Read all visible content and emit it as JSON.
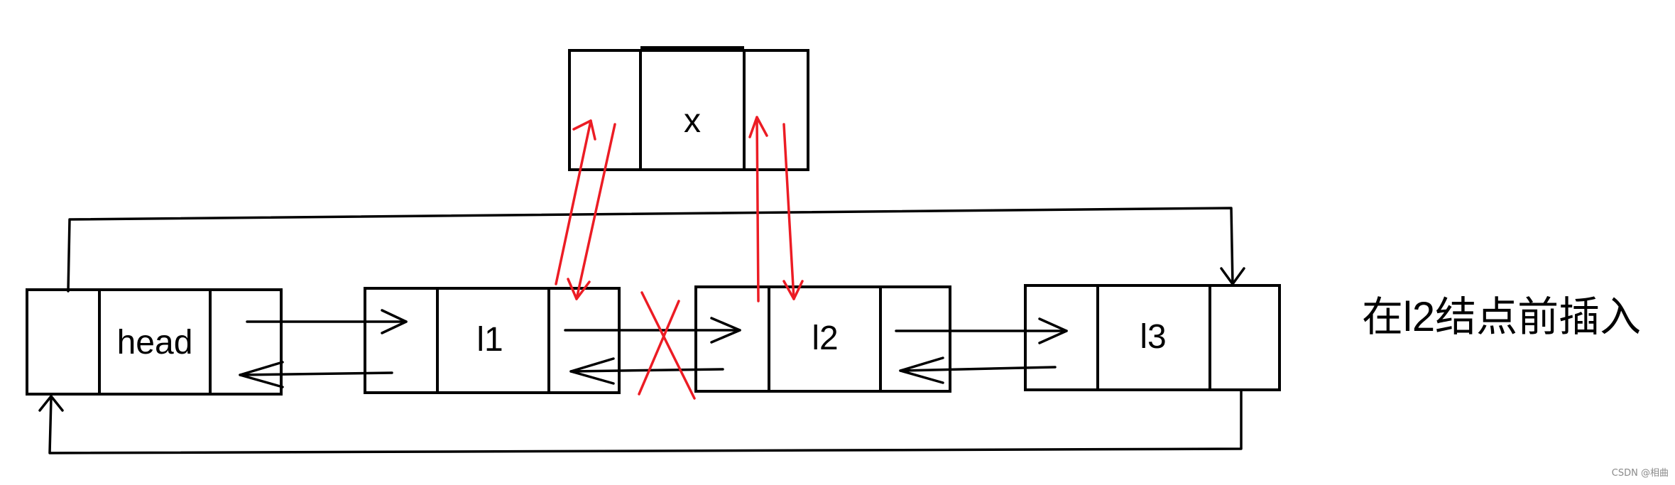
{
  "nodes": {
    "head": {
      "label": "head"
    },
    "l1": {
      "label": "l1"
    },
    "l2": {
      "label": "l2"
    },
    "l3": {
      "label": "l3"
    },
    "x": {
      "label": "x"
    }
  },
  "caption": "在l2结点前插入",
  "watermark": "CSDN @相曲",
  "colors": {
    "line": "#000000",
    "insert_arrow": "#ec1c24"
  }
}
